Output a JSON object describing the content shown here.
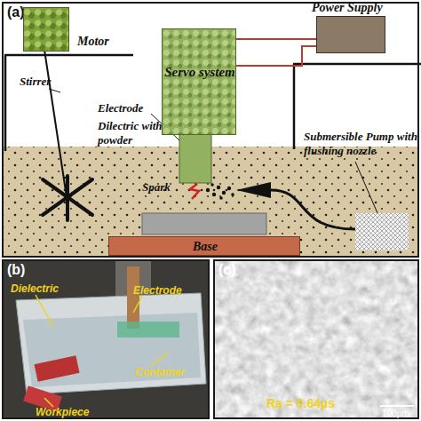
{
  "diagram": {
    "nodes": [
      {
        "text": [
          "(a)"
        ]
      },
      {
        "text": [
          "Motor"
        ],
        "in": 0
      },
      {
        "text": [
          "Power Supply"
        ],
        "in": 0
      },
      {
        "text": [
          "Servo system"
        ],
        "in": 0
      },
      {
        "text": [
          "Base"
        ],
        "in": 0
      },
      {
        "text": [
          "(b)"
        ]
      },
      {
        "text": [
          "(c)"
        ]
      }
    ],
    "edges": [
      {
        "from": 3,
        "to": 2,
        "arrow": "none"
      },
      {
        "from": 3,
        "to": 2,
        "arrow": "none"
      }
    ],
    "labels": [
      "Stirrer",
      "Electrode",
      "Dilectric with powder",
      "Spark",
      "Submersible Pump with flushing nozzle",
      "Dielectric",
      "Electrode",
      "Container",
      "Workpiece",
      "Ra = 0.64µs",
      "100µm"
    ]
  }
}
